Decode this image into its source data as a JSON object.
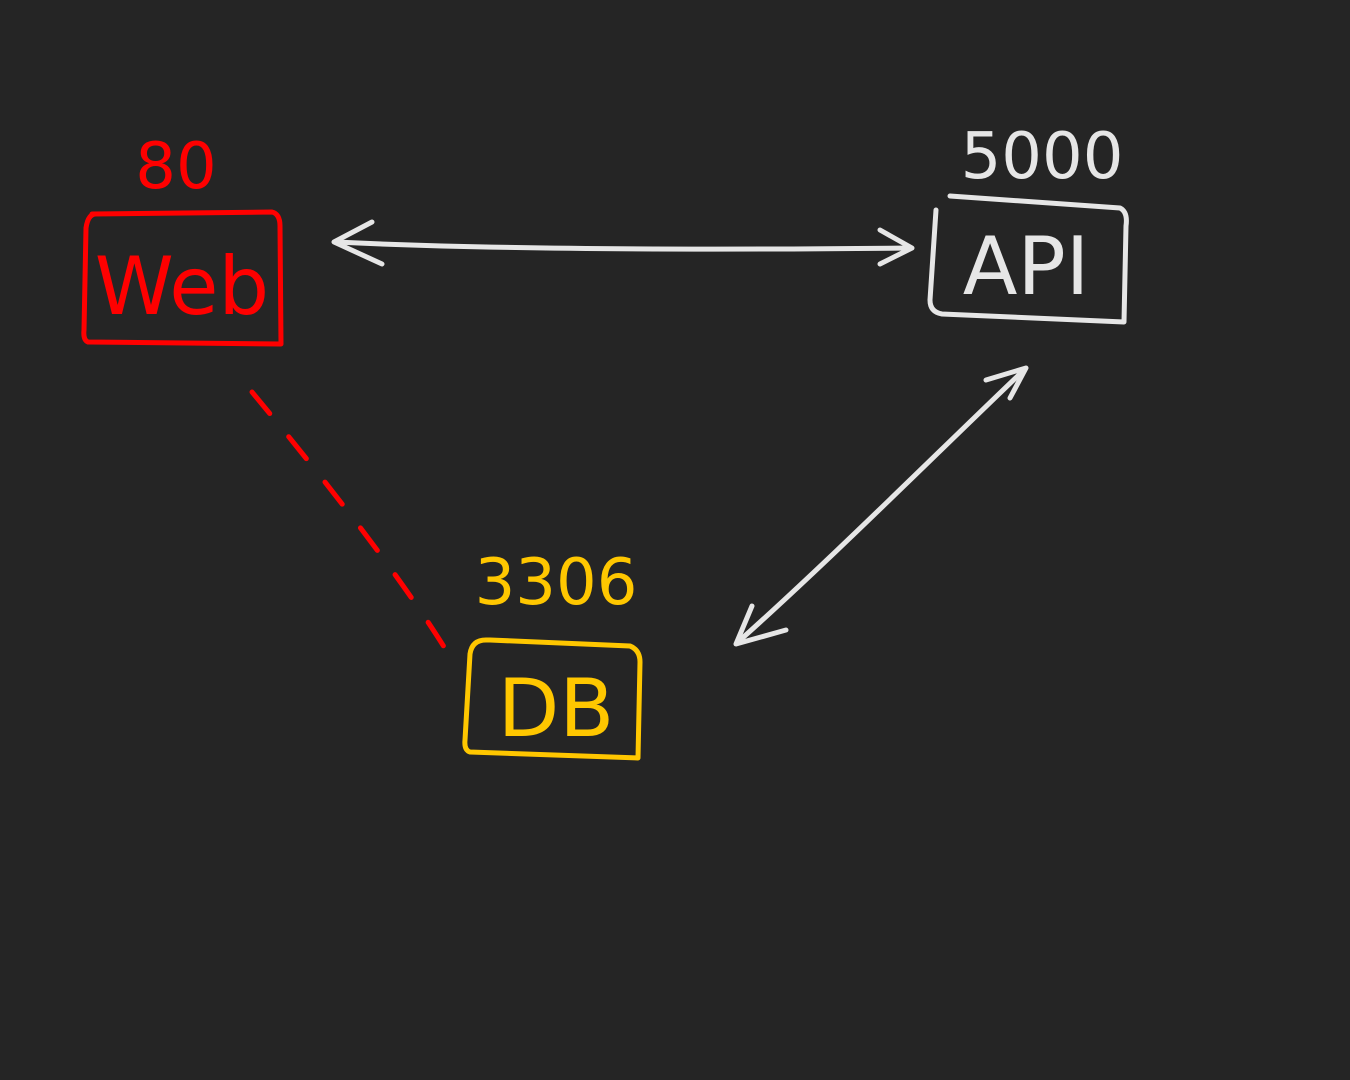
{
  "canvas": {
    "background": "#252525"
  },
  "nodes": {
    "web": {
      "label": "Web",
      "port": "80",
      "color": "#ff0000"
    },
    "api": {
      "label": "API",
      "port": "5000",
      "color": "#e6e6e6"
    },
    "db": {
      "label": "DB",
      "port": "3306",
      "color": "#ffc700"
    }
  },
  "edges": [
    {
      "from": "Web",
      "to": "API",
      "style": "solid",
      "arrows": "both",
      "color": "#e6e6e6"
    },
    {
      "from": "API",
      "to": "DB",
      "style": "solid",
      "arrows": "both",
      "color": "#e6e6e6"
    },
    {
      "from": "Web",
      "to": "DB",
      "style": "dashed",
      "arrows": "none",
      "color": "#ff0000"
    }
  ]
}
